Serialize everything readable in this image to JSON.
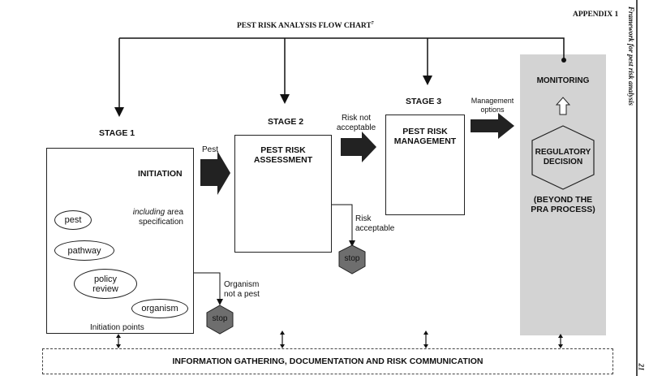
{
  "header": {
    "appendix": "APPENDIX 1",
    "title": "PEST RISK ANALYSIS FLOW CHART",
    "title_superscript": "7",
    "side_running_title": "Framework for pest risk analysis",
    "page_number": "21"
  },
  "stage1": {
    "label": "STAGE 1",
    "box_title": "INITIATION",
    "subtitle_italic": "including",
    "subtitle_rest": "area",
    "subtitle_line2": "specification",
    "initiation_points": [
      "pest",
      "pathway",
      "policy review",
      "organism"
    ],
    "footer": "Initiation points"
  },
  "stage2": {
    "label": "STAGE 2",
    "box_title_line1": "PEST RISK",
    "box_title_line2": "ASSESSMENT"
  },
  "stage3": {
    "label": "STAGE 3",
    "box_title_line1": "PEST RISK",
    "box_title_line2": "MANAGEMENT"
  },
  "arrows": {
    "pest": "Pest",
    "risk_not_acceptable_1": "Risk not",
    "risk_not_acceptable_2": "acceptable",
    "management_options_1": "Management",
    "management_options_2": "options",
    "organism_not_pest_1": "Organism",
    "organism_not_pest_2": "not a pest",
    "risk_acceptable_1": "Risk",
    "risk_acceptable_2": "acceptable"
  },
  "stops": {
    "stop1": "stop",
    "stop2": "stop"
  },
  "monitoring": {
    "title": "MONITORING",
    "decision_line1": "REGULATORY",
    "decision_line2": "DECISION",
    "beyond_line1": "(BEYOND THE",
    "beyond_line2": "PRA PROCESS)"
  },
  "footer_bar": {
    "label": "INFORMATION GATHERING, DOCUMENTATION AND RISK COMMUNICATION"
  },
  "colors": {
    "monitor_panel": "#d3d3d3",
    "stop_fill": "#6e6e6e",
    "arrow_fill": "#222222"
  }
}
